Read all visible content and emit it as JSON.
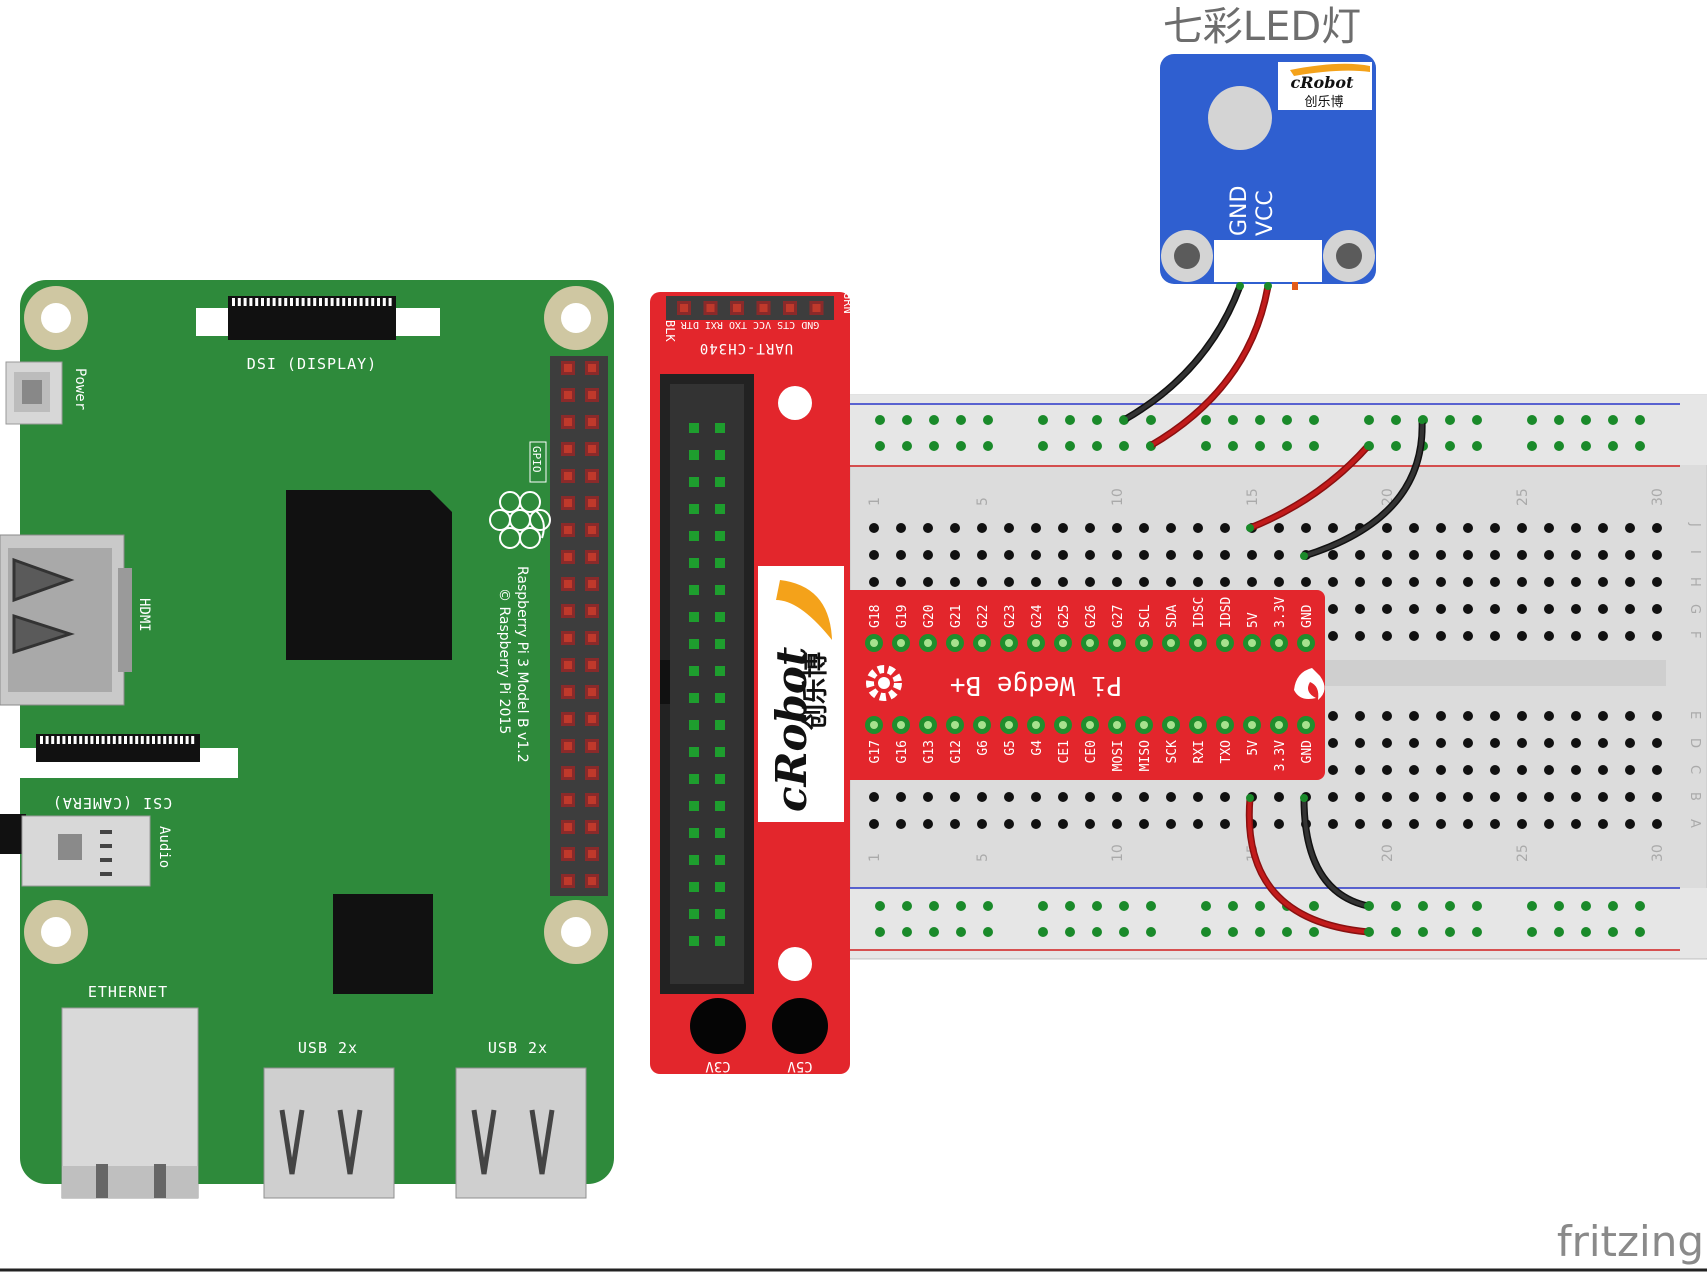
{
  "led_module": {
    "title": "七彩LED灯",
    "brand": "cRobot",
    "brand_cn": "创乐博",
    "pin_gnd": "GND",
    "pin_vcc": "VCC"
  },
  "raspberry_pi": {
    "dsi_label": "DSI (DISPLAY)",
    "power_label": "Power",
    "gpio_label": "GPIO",
    "hdmi_label": "HDMI",
    "model_line1": "Raspberry Pi 3 Model B v1.2",
    "model_line2": "© Raspberry Pi 2015",
    "csi_label": "CSI (CAMERA)",
    "audio_label": "Audio",
    "ethernet_label": "ETHERNET",
    "usb1_label": "USB 2x",
    "usb2_label": "USB 2x"
  },
  "adapter": {
    "uart_label": "UART-CH340",
    "left_pins_label": "BLK",
    "right_pins_label": "GRN",
    "pin_row_text": "GND CTS VCC TXO RXI DTR",
    "brand": "cRobot",
    "brand_cn": "创乐博",
    "c3v_label": "C3V",
    "c5v_label": "C5V"
  },
  "wedge": {
    "title": "Pi Wedge B+",
    "top_pins": [
      "G18",
      "G19",
      "G20",
      "G21",
      "G22",
      "G23",
      "G24",
      "G25",
      "G26",
      "G27",
      "SCL",
      "SDA",
      "IDSC",
      "IDSD",
      "5V",
      "3.3V",
      "GND"
    ],
    "bottom_pins": [
      "G17",
      "G16",
      "G13",
      "G12",
      "G6",
      "G5",
      "G4",
      "CE1",
      "CE0",
      "MOSI",
      "MISO",
      "SCK",
      "RXI",
      "TXO",
      "5V",
      "3.3V",
      "GND"
    ]
  },
  "breadboard": {
    "col_numbers": [
      "1",
      "5",
      "10",
      "15",
      "20",
      "25",
      "30"
    ],
    "row_letters_top": [
      "J",
      "I",
      "H",
      "G",
      "F"
    ],
    "row_letters_bottom": [
      "E",
      "D",
      "C",
      "B",
      "A"
    ]
  },
  "watermark": "fritzing",
  "colors": {
    "pi_green": "#2e8a3b",
    "adapter_red": "#e3262c",
    "module_blue": "#2f5fd0",
    "wire_black": "#222222",
    "wire_red": "#c21b1b",
    "rail_blue": "#2a36c8",
    "rail_red": "#d11f1f"
  }
}
